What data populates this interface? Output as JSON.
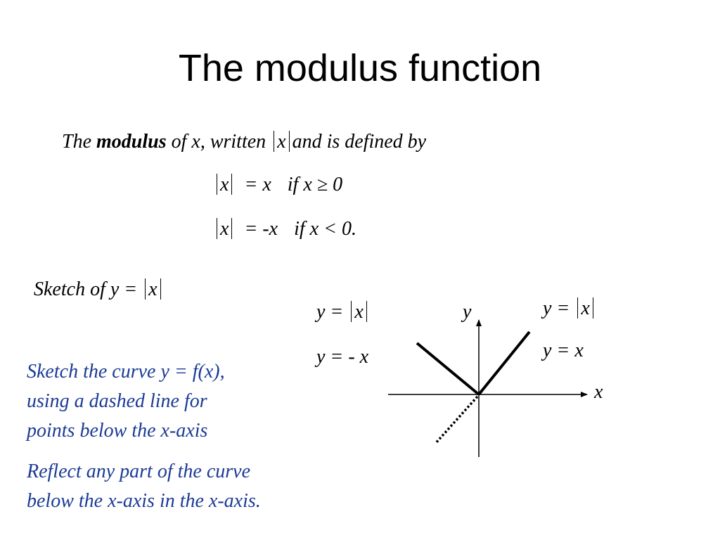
{
  "slide": {
    "title": "The modulus function",
    "definition": {
      "pre": "The ",
      "bold": "modulus",
      "mid": " of x, written ",
      "var": "x",
      "post": "and is defined by"
    },
    "cases": [
      {
        "var": "x",
        "rhs": "= x",
        "cond": "if x ≥ 0"
      },
      {
        "var": "x",
        "rhs": "= -x",
        "cond": "if x < 0."
      }
    ],
    "sketch_label": {
      "pre": "Sketch of y =",
      "var": "x"
    },
    "graph": {
      "left_label_1": {
        "pre": "y =",
        "var": "x"
      },
      "left_label_2": "y = - x",
      "right_label_1": {
        "pre": "y =",
        "var": "x"
      },
      "right_label_2": "y = x",
      "axis_x_label": "x",
      "axis_y_label": "y"
    },
    "instructions": [
      [
        "Sketch the curve y = f(x),",
        "using a dashed line for",
        "points below the x-axis"
      ],
      [
        "Reflect any part of the curve",
        "below the x-axis in the x-axis."
      ]
    ],
    "colors": {
      "instruction_text": "#1a3a96",
      "text": "#000000"
    }
  }
}
